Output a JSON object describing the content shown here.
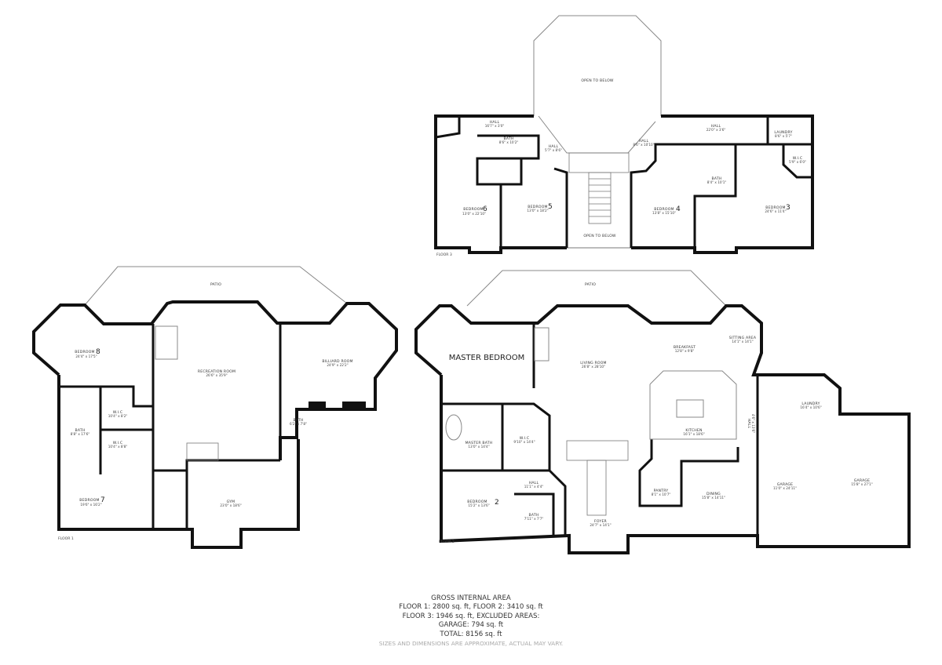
{
  "floors": {
    "floor3": {
      "label": "FLOOR 3",
      "rooms": [
        {
          "name": "HALL",
          "dims": "16'7\" x 3'0\""
        },
        {
          "name": "BATH",
          "dims": "8'6\" x 10'2\""
        },
        {
          "name": "HALL",
          "dims": "5'7\" x 8'6\""
        },
        {
          "name": "BEDROOM",
          "num": "6",
          "dims": "13'0\" x 22'10\""
        },
        {
          "name": "BEDROOM",
          "num": "5",
          "dims": "13'0\" x 18'2\""
        },
        {
          "name": "OPEN TO BELOW"
        },
        {
          "name": "OPEN TO BELOW"
        },
        {
          "name": "HALL",
          "dims": "8'6\" x 10'10\""
        },
        {
          "name": "HALL",
          "dims": "22'0\" x 3'6\""
        },
        {
          "name": "LAUNDRY",
          "dims": "8'6\" x 5'7\""
        },
        {
          "name": "W.I.C",
          "dims": "5'9\" x 6'0\""
        },
        {
          "name": "BATH",
          "dims": "8'4\" x 10'1\""
        },
        {
          "name": "BEDROOM",
          "num": "4",
          "dims": "13'8\" x 15'10\""
        },
        {
          "name": "BEDROOM",
          "num": "3",
          "dims": "24'6\" x 11'4\""
        }
      ]
    },
    "floor1": {
      "label": "FLOOR 1",
      "patio": "PATIO",
      "rooms": [
        {
          "name": "BEDROOM",
          "num": "8",
          "dims": "24'4\" x 17'5\""
        },
        {
          "name": "RECREATION ROOM",
          "dims": "26'6\" x 35'9\""
        },
        {
          "name": "BILLIARD ROOM",
          "dims": "24'9\" x 22'2\""
        },
        {
          "name": "W.I.C",
          "dims": "10'4\" x 8'2\""
        },
        {
          "name": "BATH",
          "dims": "8'8\" x 17'6\""
        },
        {
          "name": "W.I.C",
          "dims": "10'4\" x 8'8\""
        },
        {
          "name": "BATH",
          "dims": "6'2\" x 7'8\""
        },
        {
          "name": "BEDROOM",
          "num": "7",
          "dims": "19'6\" x 16'2\""
        },
        {
          "name": "GYM",
          "dims": "23'0\" x 18'6\""
        }
      ]
    },
    "floor2": {
      "label": "FLOOR 2",
      "patio": "PATIO",
      "master": "MASTER BEDROOM",
      "rooms": [
        {
          "name": "LIVING ROOM",
          "dims": "26'8\" x 28'10\""
        },
        {
          "name": "BREAKFAST",
          "dims": "12'8\" x 9'8\""
        },
        {
          "name": "SITTING AREA",
          "dims": "14'1\" x 14'1\""
        },
        {
          "name": "KITCHEN",
          "dims": "16'1\" x 18'6\""
        },
        {
          "name": "HALL",
          "dims": "4'6\" x 13'6\""
        },
        {
          "name": "LAUNDRY",
          "dims": "16'4\" x 10'6\""
        },
        {
          "name": "MASTER BATH",
          "dims": "13'0\" x 14'4\""
        },
        {
          "name": "W.I.C",
          "dims": "9'10\" x 14'4\""
        },
        {
          "name": "HALL",
          "dims": "11'1\" x 4'4\""
        },
        {
          "name": "BEDROOM",
          "num": "2",
          "dims": "15'2\" x 13'6\""
        },
        {
          "name": "BATH",
          "dims": "7'11\" x 7'7\""
        },
        {
          "name": "PANTRY",
          "dims": "8'1\" x 10'7\""
        },
        {
          "name": "DINING",
          "dims": "15'8\" x 14'11\""
        },
        {
          "name": "FOYER",
          "dims": "24'7\" x 14'1\""
        },
        {
          "name": "GARAGE",
          "dims": "11'0\" x 24'11\""
        },
        {
          "name": "GARAGE",
          "dims": "15'8\" x 27'1\""
        }
      ]
    }
  },
  "summary": {
    "title": "GROSS INTERNAL AREA",
    "line1": "FLOOR 1: 2800 sq. ft, FLOOR 2: 3410 sq. ft",
    "line2": "FLOOR 3: 1946 sq. ft, EXCLUDED AREAS:",
    "line3": "GARAGE: 794 sq. ft",
    "line4": "TOTAL: 8156 sq. ft",
    "note": "SIZES AND DIMENSIONS ARE APPROXIMATE, ACTUAL MAY VARY."
  }
}
